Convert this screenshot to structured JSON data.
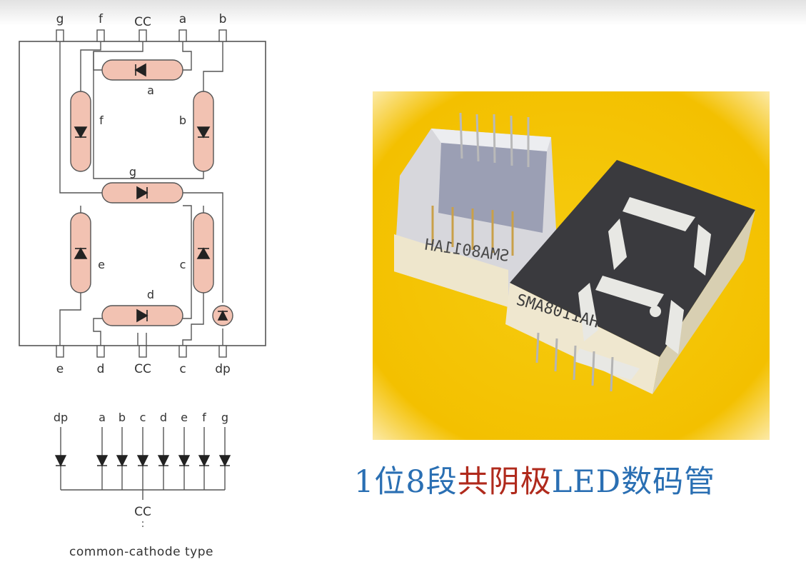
{
  "schematic": {
    "top_pins": [
      "g",
      "f",
      "CC",
      "a",
      "b"
    ],
    "bottom_pins": [
      "e",
      "d",
      "CC",
      "c",
      "dp"
    ],
    "segments": [
      "a",
      "b",
      "c",
      "d",
      "e",
      "f",
      "g"
    ],
    "common_cathode": {
      "columns": [
        "dp",
        "a",
        "b",
        "c",
        "d",
        "e",
        "f",
        "g"
      ],
      "common_label": "CC",
      "caption": "common-cathode type"
    }
  },
  "photo": {
    "part_marking": "SMA8011AH",
    "part_marking_mirrored": "SMA8011AH"
  },
  "caption": {
    "part1": "1位8段",
    "part2": "共阴极",
    "part3": "LED数码管"
  },
  "colors": {
    "segment_fill": "#f2c2b2",
    "caption_blue": "#2a6fb3",
    "caption_red": "#b02a1c",
    "photo_background": "#f4c400",
    "display_body": "#3a3a3e",
    "segment_lit": "#e8e8e4"
  }
}
